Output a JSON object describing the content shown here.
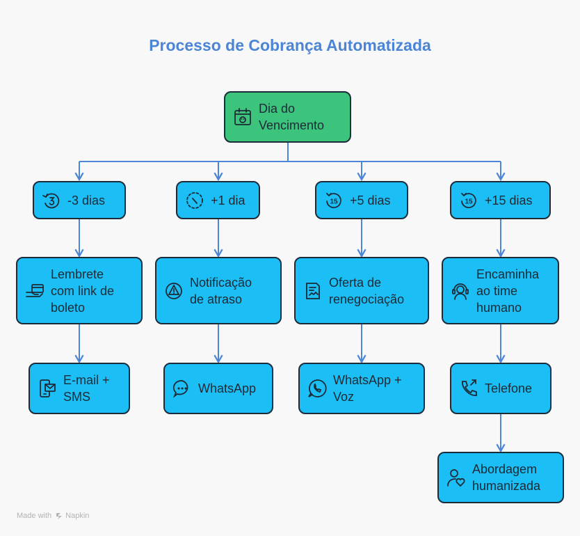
{
  "title": "Processo de Cobrança Automatizada",
  "colors": {
    "title": "#4a85d6",
    "node": "#1bbff5",
    "root": "#3cc47c",
    "border": "#1c2b3a",
    "line": "#4a85d6"
  },
  "root": {
    "label": "Dia do\nVencimento",
    "icon": "calendar-icon"
  },
  "stages": [
    {
      "label": "-3 dias",
      "icon": "countdown-3-icon"
    },
    {
      "label": "+1 dia",
      "icon": "timer-icon"
    },
    {
      "label": "+5 dias",
      "icon": "replay-15-icon"
    },
    {
      "label": "+15 dias",
      "icon": "replay-15-icon"
    }
  ],
  "actions": [
    {
      "label": "Lembrete\ncom link de\nboleto",
      "icon": "hand-card-icon"
    },
    {
      "label": "Notificação\nde atraso",
      "icon": "warning-icon"
    },
    {
      "label": "Oferta de\nrenegociação",
      "icon": "document-handshake-icon"
    },
    {
      "label": "Encaminha\nao time\nhumano",
      "icon": "support-agent-icon"
    }
  ],
  "channels": [
    {
      "label": "E-mail +\nSMS",
      "icon": "phone-email-icon"
    },
    {
      "label": "WhatsApp",
      "icon": "chat-bubble-icon"
    },
    {
      "label": "WhatsApp +\nVoz",
      "icon": "whatsapp-icon"
    },
    {
      "label": "Telefone",
      "icon": "phone-call-icon"
    }
  ],
  "final": {
    "label": "Abordagem\nhumanizada",
    "icon": "person-heart-icon"
  },
  "footer": {
    "made_with": "Made with",
    "brand": "Napkin"
  }
}
